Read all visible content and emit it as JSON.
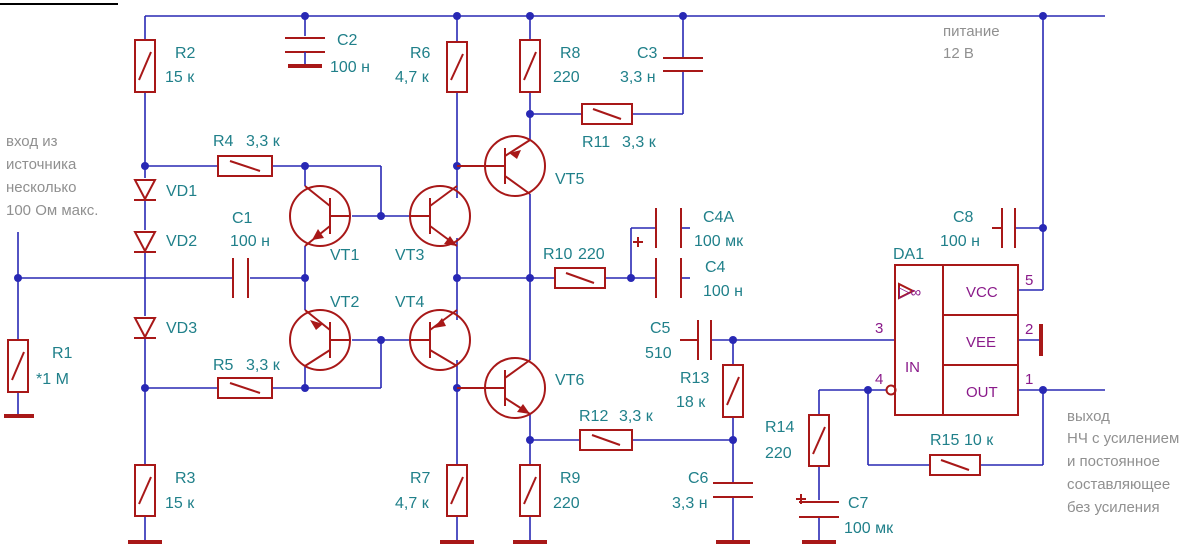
{
  "components": {
    "R1": {
      "ref": "R1",
      "value": "*1 M"
    },
    "R2": {
      "ref": "R2",
      "value": "15 к"
    },
    "R3": {
      "ref": "R3",
      "value": "15 к"
    },
    "R4": {
      "ref": "R4",
      "value": "3,3 к"
    },
    "R5": {
      "ref": "R5",
      "value": "3,3 к"
    },
    "R6": {
      "ref": "R6",
      "value": "4,7 к"
    },
    "R7": {
      "ref": "R7",
      "value": "4,7 к"
    },
    "R8": {
      "ref": "R8",
      "value": "220"
    },
    "R9": {
      "ref": "R9",
      "value": "220"
    },
    "R10": {
      "ref": "R10",
      "value": "220"
    },
    "R11": {
      "ref": "R11",
      "value": "3,3 к"
    },
    "R12": {
      "ref": "R12",
      "value": "3,3 к"
    },
    "R13": {
      "ref": "R13",
      "value": "18 к"
    },
    "R14": {
      "ref": "R14",
      "value": "220"
    },
    "R15": {
      "ref": "R15",
      "value": "10 к"
    },
    "C1": {
      "ref": "C1",
      "value": "100 н"
    },
    "C2": {
      "ref": "C2",
      "value": "100 н"
    },
    "C3": {
      "ref": "C3",
      "value": "3,3 н"
    },
    "C4": {
      "ref": "C4",
      "value": "100 н"
    },
    "C4A": {
      "ref": "C4A",
      "value": "100 мк"
    },
    "C5": {
      "ref": "C5",
      "value": "510"
    },
    "C6": {
      "ref": "C6",
      "value": "3,3 н"
    },
    "C7": {
      "ref": "C7",
      "value": "100 мк"
    },
    "C8": {
      "ref": "C8",
      "value": "100 н"
    },
    "VD1": {
      "ref": "VD1"
    },
    "VD2": {
      "ref": "VD2"
    },
    "VD3": {
      "ref": "VD3"
    },
    "VT1": {
      "ref": "VT1"
    },
    "VT2": {
      "ref": "VT2"
    },
    "VT3": {
      "ref": "VT3"
    },
    "VT4": {
      "ref": "VT4"
    },
    "VT5": {
      "ref": "VT5"
    },
    "VT6": {
      "ref": "VT6"
    },
    "DA1": {
      "ref": "DA1",
      "vcc": "VCC",
      "vee": "VEE",
      "in": "IN",
      "out": "OUT",
      "pin_vcc": "5",
      "pin_vee": "2",
      "pin_in": "3",
      "pin_inv": "4",
      "pin_out": "1",
      "symbol": "▷∞"
    }
  },
  "notes": {
    "input": [
      "вход из",
      "источника",
      "несколько",
      "100 Ом макс."
    ],
    "power": [
      "питание",
      "12 В"
    ],
    "output": [
      "выход",
      "НЧ с усилением",
      "и постоянное",
      "составляющее",
      "без усиления"
    ]
  }
}
